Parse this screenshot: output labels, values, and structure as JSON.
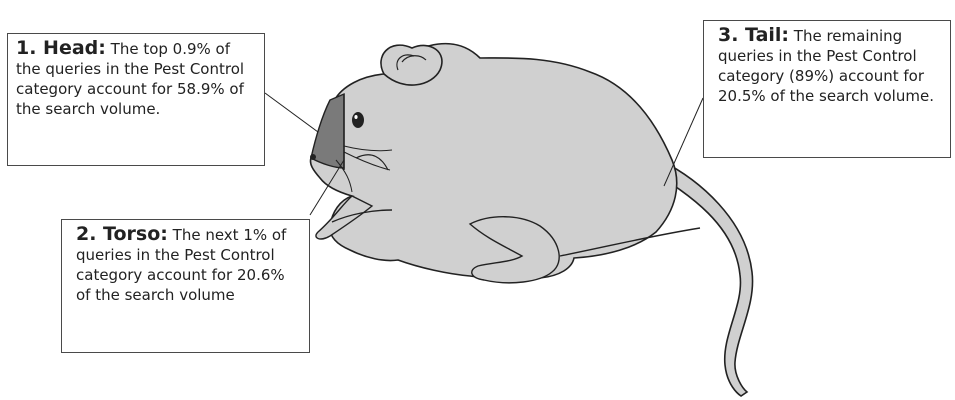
{
  "head": {
    "label": "1. Head:",
    "text": "The top 0.9% of the queries in the Pest Control category account for 58.9% of the search volume."
  },
  "torso": {
    "label": "2. Torso:",
    "text": "The next 1% of queries in the Pest Control category account for 20.6% of the search volume"
  },
  "tail": {
    "label": "3. Tail:",
    "text": "The remaining queries in the Pest Control category (89%) account for 20.5% of the search volume."
  },
  "colors": {
    "body": "#d0d0d0",
    "head_segment": "#7a7a7a",
    "outline": "#222222",
    "box_border": "#4a4a4a"
  }
}
